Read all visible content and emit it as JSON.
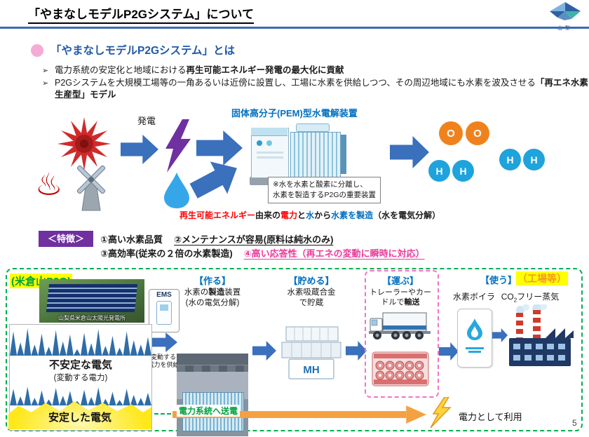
{
  "colors": {
    "accent_blue": "#0070C0",
    "heading_blue": "#2058A8",
    "green": "#00B050",
    "purple": "#7030A0",
    "pink": "#EB3B9B",
    "orange": "#F59A23",
    "arrow_blue": "#3A70BC",
    "arrow_orange": "#F5A142"
  },
  "header": {
    "title": "「やまなしモデルP2Gシステム」について",
    "logo_caption": "山梨"
  },
  "intro": {
    "heading": "「やまなしモデルP2Gシステム」とは",
    "bullet_marker": "➢",
    "bullet1_pre": "電力系統の安定化と地域における",
    "bullet1_bold": "再生可能エネルギー発電の最大化に貢献",
    "bullet2_pre": "P2Gシステムを大規模工場等の一角あるいは近傍に設置し、工場に水素を供給しつつ、その周辺地域にも水素を波及させる",
    "bullet2_bold": "「再エネ水素生産型」モデル"
  },
  "diagram": {
    "pem_label": "固体高分子(PEM)型水電解装置",
    "generation_label": "発電",
    "note_line1": "※水を水素と酸素に分離し、",
    "note_line2": "水素を製造するP2Gの重要装置",
    "o_label": "O",
    "h_label": "H",
    "formula": {
      "s1": "再生可能エネルギー",
      "s2": "由来の",
      "s3": "電力",
      "s4": "と",
      "s5": "水",
      "s6": "から",
      "s7": "水素を製造",
      "s8": "（水を電気分解）"
    }
  },
  "features": {
    "label": "＜特徴＞",
    "item1": "①高い水素品質",
    "item2": "②メンテナンスが容易(原料は純水のみ)",
    "item3": "③高効率(従来の２倍の水素製造)",
    "item4": "④高い応答性（再エネの変動に瞬時に対応）"
  },
  "bottom": {
    "site_label": "(米倉山P2G)",
    "photo_caption": "山梨県米倉山太陽光発電所",
    "ems_label": "EMS",
    "unstable_title": "不安定な電気",
    "unstable_sub": "(変動する電力)",
    "stable_label": "安定した電気",
    "supply_note1": "変動する",
    "supply_note2": "電力を供給",
    "make_title": "【作る】",
    "make_line1_pre": "水素の",
    "make_line1_bold": "製造",
    "make_line1_post": "装置",
    "make_line2": "(水の電気分解)",
    "store_title": "【貯める】",
    "store_line1": "水素吸蔵合金",
    "store_line2": "で貯蔵",
    "tank_label": "MH",
    "carry_title": "【運ぶ】",
    "carry_line1": "トレーラーやカー",
    "carry_line2_pre": "ドルで",
    "carry_line2_bold": "輸送",
    "use_title": "【使う】",
    "use_tag": "（工場等）",
    "boiler_label": "水素ボイラ",
    "steam_co": "CO",
    "steam_sub": "2",
    "steam_rest": "フリー蒸気",
    "grid_label": "電力系統へ送電",
    "power_label": "電力として利用"
  },
  "page_number": "5"
}
